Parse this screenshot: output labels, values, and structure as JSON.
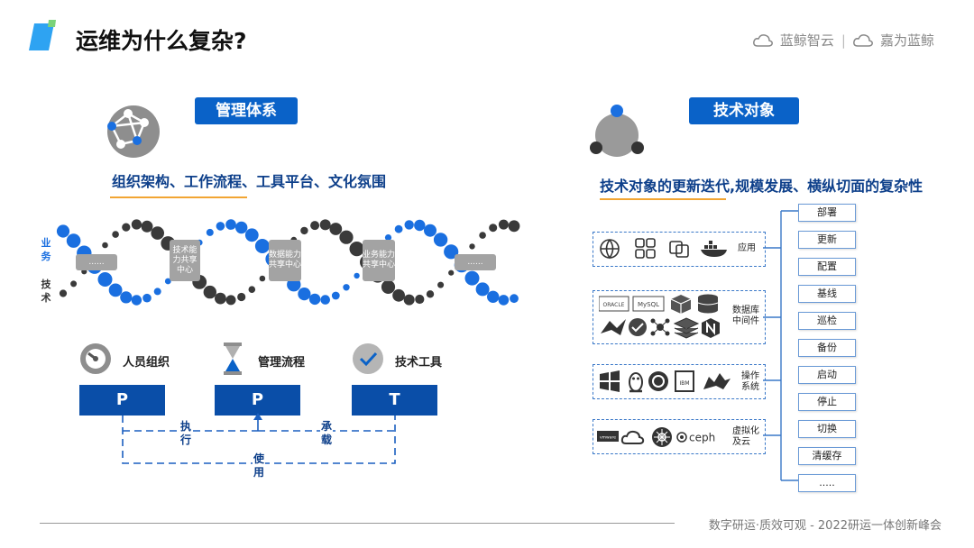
{
  "title": "运维为什么复杂?",
  "brand": {
    "left": "蓝鲸智云",
    "sep": "|",
    "right": "嘉为蓝鲸"
  },
  "left": {
    "pill": "管理体系",
    "subtitle": "组织架构、工作流程、工具平台、文化氛围",
    "side_top": [
      "业",
      "务"
    ],
    "side_bottom": [
      "技",
      "术"
    ],
    "helix_boxes": [
      "......",
      "技术能力共享中心",
      "数据能力共享中心",
      "业务能力共享中心",
      "......"
    ],
    "tools": [
      {
        "label": "人员组织",
        "icon": "gauge-icon",
        "box": "P"
      },
      {
        "label": "管理流程",
        "icon": "hourglass-icon",
        "box": "P"
      },
      {
        "label": "技术工具",
        "icon": "check-icon",
        "box": "T"
      }
    ],
    "flow": {
      "execute": [
        "执",
        "行"
      ],
      "carry": [
        "承",
        "载"
      ],
      "use": [
        "使",
        "用"
      ]
    }
  },
  "right": {
    "pill": "技术对象",
    "subtitle": "技术对象的更新迭代,规模发展、横纵切面的复杂性",
    "groups": [
      {
        "label": [
          "应用"
        ],
        "icons": [
          "globe-icon",
          "grid-icon",
          "copy-icon",
          "docker-icon"
        ]
      },
      {
        "label": [
          "数据库",
          "中间件"
        ],
        "icons": [
          "oracle-icon",
          "mysql-icon",
          "cube-icon",
          "db-icon",
          "kafka-icon",
          "tomcat-icon",
          "nodes-icon",
          "stack-icon",
          "nginx-icon"
        ],
        "logo_text": [
          "ORACLE",
          "MySQL"
        ]
      },
      {
        "label": [
          "操作",
          "系统"
        ],
        "icons": [
          "windows-icon",
          "linux-icon",
          "ubuntu-icon",
          "ibm-icon",
          "freebsd-icon"
        ],
        "logo_text": [
          "IBM"
        ]
      },
      {
        "label": [
          "虚拟化",
          "及云"
        ],
        "icons": [
          "vmware-icon",
          "cloud-icon",
          "kubernetes-icon",
          "ceph-icon"
        ],
        "logo_text": [
          "vmware",
          "ceph"
        ]
      }
    ],
    "operations": [
      "部署",
      "更新",
      "配置",
      "基线",
      "巡检",
      "备份",
      "启动",
      "停止",
      "切换",
      "清缓存",
      "....."
    ]
  },
  "footer": "数字研运·质效可观 - 2022研运一体创新峰会",
  "colors": {
    "primary": "#0a62c8",
    "dark_blue": "#0a4ea8",
    "accent": "#f2a533",
    "helix_blue": "#1a6fe0",
    "helix_dark": "#3a3a3a"
  }
}
